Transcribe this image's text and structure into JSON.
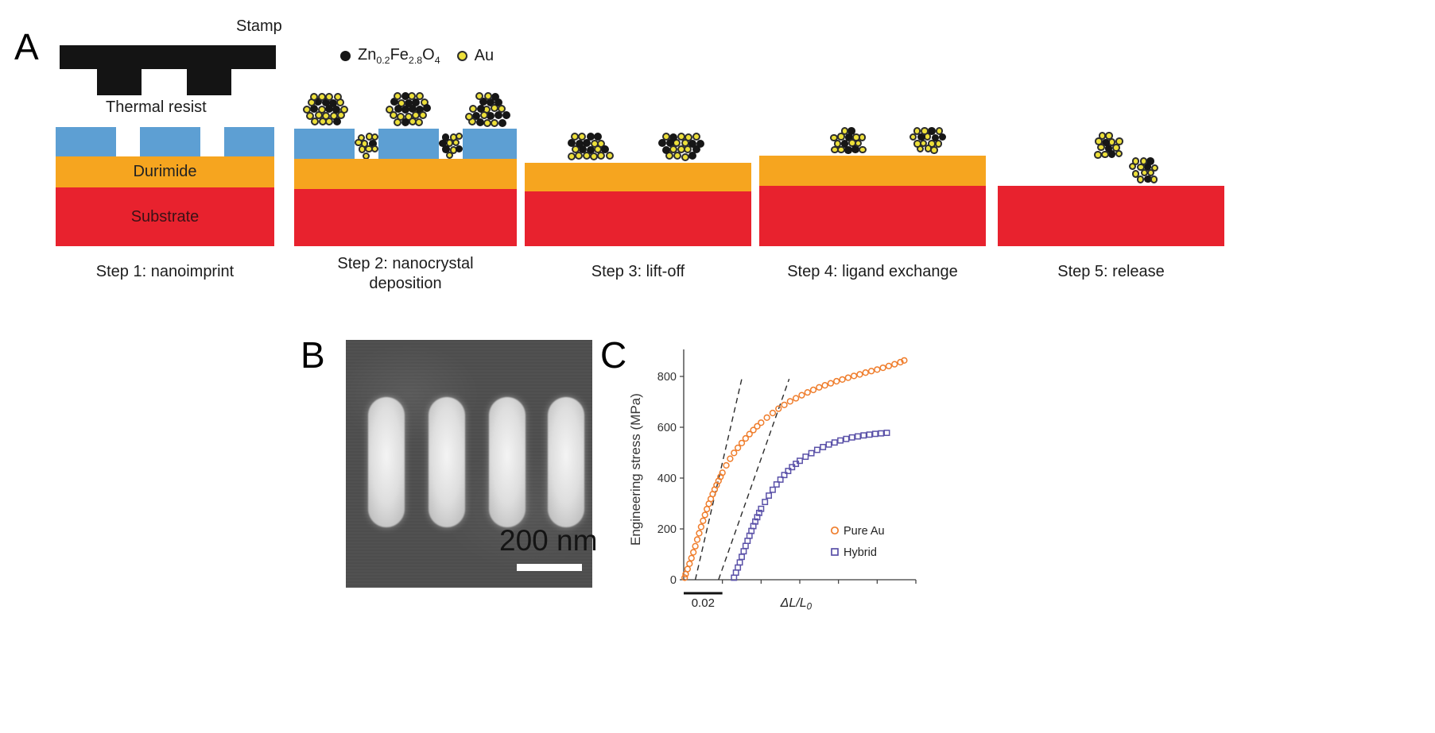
{
  "colors": {
    "resist-blue": "#5D9FD3",
    "durimide-orange": "#F6A51F",
    "substrate-red": "#E8222E",
    "stamp-black": "#141414",
    "au-dot": "#EDE03A",
    "zn-dot": "#161616",
    "axis": "#3a3a3a"
  },
  "figure": {
    "panelA": {
      "label": "A",
      "stamp_label": "Stamp",
      "legend": {
        "zn_parts": [
          "Zn",
          "0.2",
          "Fe",
          "2.8",
          "O",
          "4"
        ],
        "au": "Au"
      },
      "thermal_resist_label": "Thermal resist",
      "durimide_label": "Durimide",
      "substrate_label": "Substrate",
      "steps": [
        {
          "lines": [
            "Step 1: nanoimprint"
          ]
        },
        {
          "lines": [
            "Step 2: nanocrystal",
            "deposition"
          ]
        },
        {
          "lines": [
            "Step 3: lift-off"
          ]
        },
        {
          "lines": [
            "Step 4: ligand exchange"
          ]
        },
        {
          "lines": [
            "Step 5: release"
          ]
        }
      ]
    },
    "panelB": {
      "label": "B",
      "scale_text": "200 nm"
    },
    "panelC": {
      "label": "C"
    }
  },
  "chart_data": {
    "type": "scatter",
    "title": "",
    "ylabel": "Engineering stress (MPa)",
    "xlabel_main": "ΔL/L",
    "xlabel_sub": "0",
    "x_scale_bar_label": "0.02",
    "x_scale_bar_value": 0.02,
    "yticks": [
      0,
      200,
      400,
      600,
      800
    ],
    "ylim": [
      0,
      900
    ],
    "xlim": [
      0,
      0.12
    ],
    "x_tick_step": 0.02,
    "grid": false,
    "legend_position": "lower right",
    "series": [
      {
        "name": "Pure Au",
        "marker": "circle",
        "color": "#EF7D2C",
        "points": [
          [
            0.0005,
            8
          ],
          [
            0.001,
            22
          ],
          [
            0.002,
            42
          ],
          [
            0.003,
            63
          ],
          [
            0.004,
            85
          ],
          [
            0.005,
            108
          ],
          [
            0.006,
            132
          ],
          [
            0.007,
            158
          ],
          [
            0.008,
            183
          ],
          [
            0.009,
            208
          ],
          [
            0.01,
            232
          ],
          [
            0.011,
            255
          ],
          [
            0.012,
            278
          ],
          [
            0.013,
            299
          ],
          [
            0.014,
            318
          ],
          [
            0.015,
            337
          ],
          [
            0.016,
            355
          ],
          [
            0.017,
            372
          ],
          [
            0.018,
            389
          ],
          [
            0.019,
            405
          ],
          [
            0.02,
            421
          ],
          [
            0.022,
            450
          ],
          [
            0.024,
            476
          ],
          [
            0.026,
            499
          ],
          [
            0.028,
            519
          ],
          [
            0.03,
            538
          ],
          [
            0.032,
            556
          ],
          [
            0.034,
            573
          ],
          [
            0.036,
            589
          ],
          [
            0.038,
            604
          ],
          [
            0.04,
            618
          ],
          [
            0.043,
            638
          ],
          [
            0.046,
            656
          ],
          [
            0.049,
            673
          ],
          [
            0.052,
            688
          ],
          [
            0.055,
            702
          ],
          [
            0.058,
            714
          ],
          [
            0.061,
            726
          ],
          [
            0.064,
            737
          ],
          [
            0.067,
            747
          ],
          [
            0.07,
            757
          ],
          [
            0.073,
            765
          ],
          [
            0.076,
            773
          ],
          [
            0.079,
            781
          ],
          [
            0.082,
            788
          ],
          [
            0.085,
            795
          ],
          [
            0.088,
            802
          ],
          [
            0.091,
            808
          ],
          [
            0.094,
            815
          ],
          [
            0.097,
            821
          ],
          [
            0.1,
            827
          ],
          [
            0.103,
            834
          ],
          [
            0.106,
            841
          ],
          [
            0.109,
            848
          ],
          [
            0.112,
            856
          ],
          [
            0.114,
            863
          ]
        ]
      },
      {
        "name": "Hybrid",
        "marker": "square",
        "color": "#5A51A8",
        "points": [
          [
            0.026,
            8
          ],
          [
            0.027,
            28
          ],
          [
            0.028,
            48
          ],
          [
            0.029,
            68
          ],
          [
            0.03,
            90
          ],
          [
            0.031,
            112
          ],
          [
            0.032,
            133
          ],
          [
            0.033,
            153
          ],
          [
            0.034,
            173
          ],
          [
            0.035,
            192
          ],
          [
            0.036,
            211
          ],
          [
            0.037,
            229
          ],
          [
            0.038,
            246
          ],
          [
            0.039,
            263
          ],
          [
            0.04,
            279
          ],
          [
            0.042,
            306
          ],
          [
            0.044,
            331
          ],
          [
            0.046,
            354
          ],
          [
            0.048,
            375
          ],
          [
            0.05,
            394
          ],
          [
            0.052,
            412
          ],
          [
            0.054,
            428
          ],
          [
            0.056,
            443
          ],
          [
            0.058,
            456
          ],
          [
            0.06,
            468
          ],
          [
            0.063,
            484
          ],
          [
            0.066,
            498
          ],
          [
            0.069,
            511
          ],
          [
            0.072,
            522
          ],
          [
            0.075,
            532
          ],
          [
            0.078,
            540
          ],
          [
            0.081,
            548
          ],
          [
            0.084,
            554
          ],
          [
            0.087,
            560
          ],
          [
            0.09,
            564
          ],
          [
            0.093,
            568
          ],
          [
            0.096,
            571
          ],
          [
            0.099,
            574
          ],
          [
            0.102,
            576
          ],
          [
            0.105,
            578
          ]
        ]
      }
    ],
    "guide_lines": [
      {
        "style": "dashed",
        "from": [
          0.006,
          0
        ],
        "to": [
          0.03,
          790
        ]
      },
      {
        "style": "dashed",
        "from": [
          0.018,
          0
        ],
        "to": [
          0.0545,
          790
        ]
      }
    ]
  }
}
